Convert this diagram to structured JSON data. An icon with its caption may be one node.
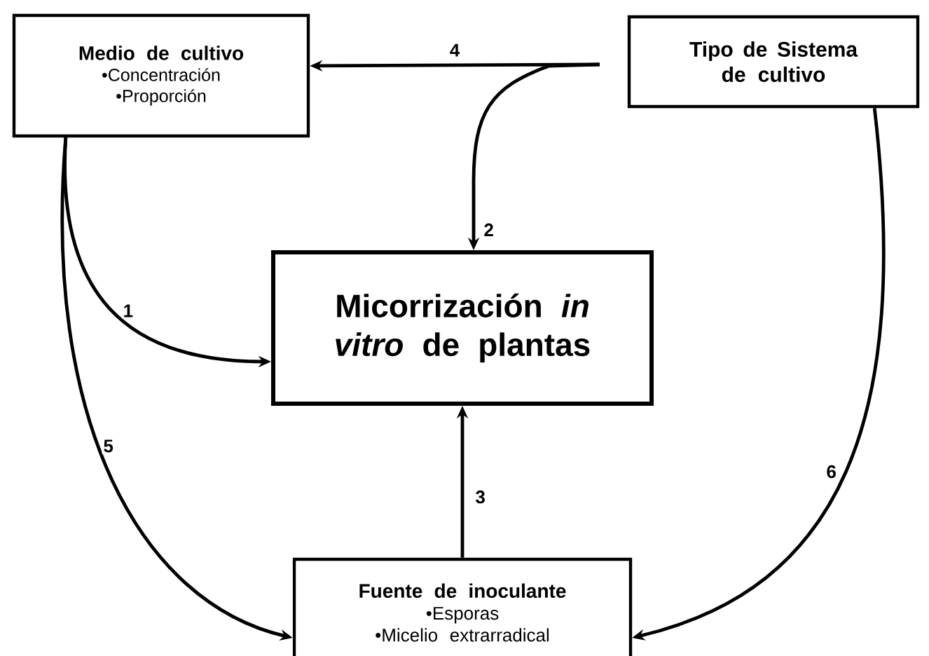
{
  "diagram": {
    "nodes": [
      {
        "text": [
          "Medio de cultivo",
          "•Concentración",
          "•Proporción"
        ]
      },
      {
        "text": [
          "Tipo de Sistema de cultivo"
        ]
      },
      {
        "text": [
          "Micorrización *in vitro* de plantas"
        ]
      },
      {
        "text": [
          "Fuente de inoculante",
          "•Esporas",
          "•Micelio extrarradical"
        ]
      }
    ],
    "edges": [
      {
        "from": 0,
        "to": 2,
        "arrow": "to",
        "label": "1"
      },
      {
        "from": 1,
        "to": 2,
        "arrow": "to",
        "label": "2"
      },
      {
        "from": 3,
        "to": 2,
        "arrow": "to",
        "label": "3"
      },
      {
        "from": 1,
        "to": 0,
        "arrow": "to",
        "label": "4"
      },
      {
        "from": 0,
        "to": 3,
        "arrow": "to",
        "label": "5"
      },
      {
        "from": 1,
        "to": 3,
        "arrow": "to",
        "label": "6"
      }
    ]
  }
}
